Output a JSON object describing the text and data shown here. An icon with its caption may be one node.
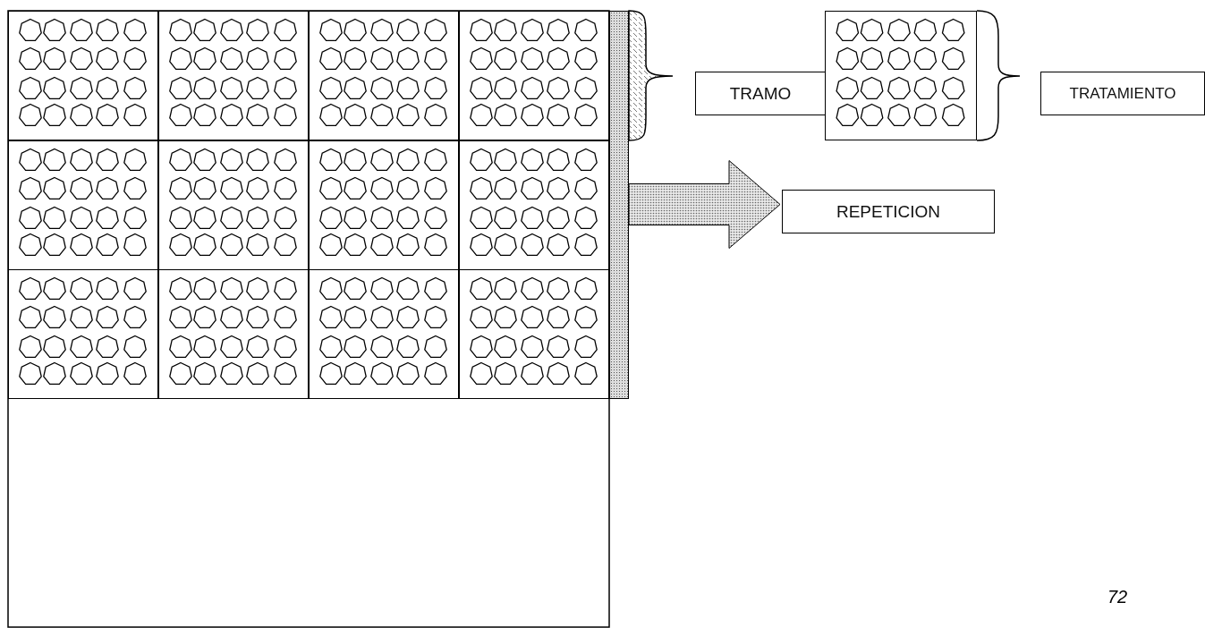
{
  "diagram": {
    "nodes": [
      {
        "text": [],
        "shape": "box"
      },
      {
        "text": [],
        "shape": "box"
      },
      {
        "text": [],
        "shape": "box"
      },
      {
        "text": [],
        "shape": "box"
      },
      {
        "text": [],
        "shape": "box"
      },
      {
        "text": [],
        "shape": "box"
      },
      {
        "text": [],
        "shape": "box"
      },
      {
        "text": [],
        "shape": "box"
      },
      {
        "text": [],
        "shape": "box"
      },
      {
        "text": [],
        "shape": "box"
      },
      {
        "text": [],
        "shape": "box"
      },
      {
        "text": [],
        "shape": "box"
      },
      {
        "text": [],
        "shape": "bar"
      },
      {
        "text": [
          "TRAMO"
        ]
      },
      {
        "text": [],
        "shape": "box"
      },
      {
        "text": [
          "TRATAMIENTO"
        ]
      },
      {
        "text": [
          "REPETICION"
        ]
      }
    ],
    "edges": [
      {
        "from": 12,
        "to": 16,
        "arrow": "to",
        "style": "thick"
      }
    ],
    "labels": [
      "72"
    ]
  }
}
